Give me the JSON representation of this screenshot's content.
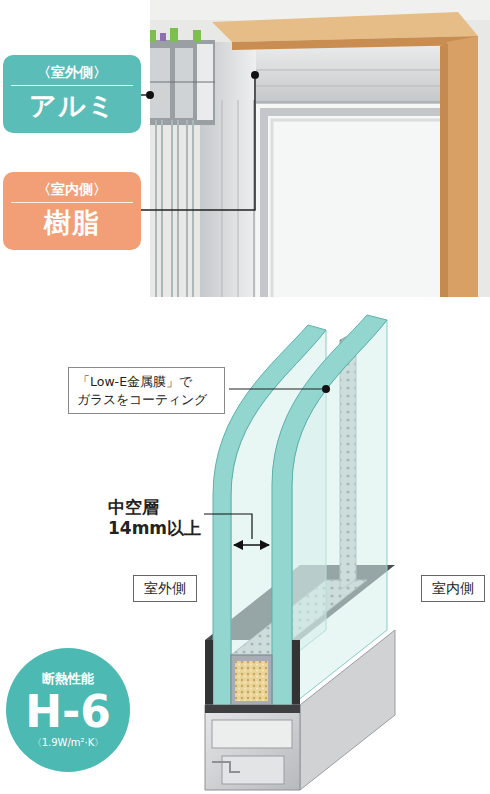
{
  "diagram": {
    "nodes": [
      {
        "text": [
          "〈室外側〉",
          "アルミ"
        ]
      },
      {
        "text": [
          "〈室内側〉",
          "樹脂"
        ]
      },
      {
        "text": [
          "「Low-E金属膜」で ガラスをコーティング"
        ]
      },
      {
        "text": [
          "室外側"
        ]
      },
      {
        "text": [
          "室内側"
        ]
      },
      {
        "text": [
          "断熱性能",
          "H-6",
          "〈1.9W/m²·K〉"
        ]
      }
    ],
    "labels": [
      "中空層 14mm以上"
    ]
  }
}
